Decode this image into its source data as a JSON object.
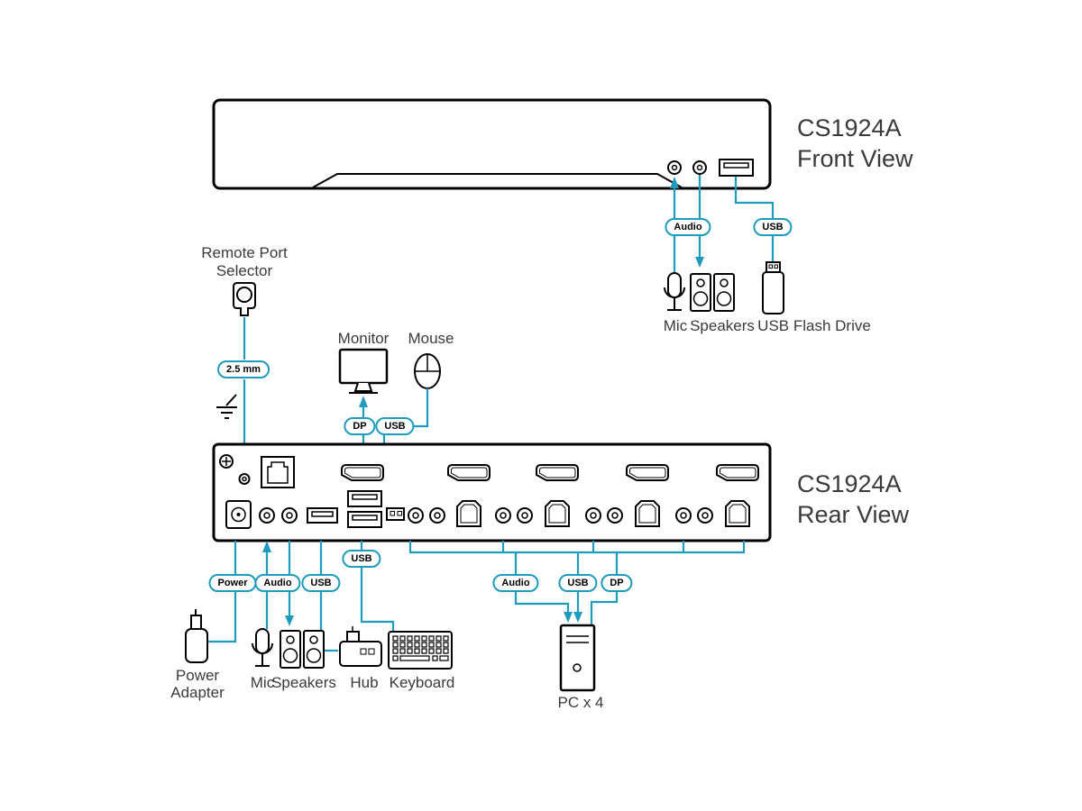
{
  "colors": {
    "accent": "#1f9bbd",
    "ink": "#000000",
    "text": "#3a3a3a"
  },
  "front_view": {
    "title_line1": "CS1924A",
    "title_line2": "Front View",
    "callout_audio": "Audio",
    "callout_usb": "USB",
    "label_mic": "Mic",
    "label_speakers": "Speakers",
    "label_flash_drive": "USB Flash Drive"
  },
  "remote_selector": {
    "label_line1": "Remote Port",
    "label_line2": "Selector",
    "callout_size": "2.5 mm"
  },
  "console_devices": {
    "label_monitor": "Monitor",
    "label_mouse": "Mouse",
    "callout_dp": "DP",
    "callout_usb": "USB"
  },
  "rear_view": {
    "title_line1": "CS1924A",
    "title_line2": "Rear View",
    "callout_power": "Power",
    "callout_audio": "Audio",
    "callout_usb_hub": "USB",
    "callout_usb_keyboard": "USB",
    "callout_pc_audio": "Audio",
    "callout_pc_usb": "USB",
    "callout_pc_dp": "DP",
    "label_power_adapter_line1": "Power",
    "label_power_adapter_line2": "Adapter",
    "label_mic": "Mic",
    "label_speakers": "Speakers",
    "label_hub": "Hub",
    "label_keyboard": "Keyboard",
    "label_pc": "PC x 4"
  },
  "icon_names": [
    "remote-port-selector-icon",
    "ground-icon",
    "monitor-icon",
    "mouse-icon",
    "mic-icon",
    "speakers-icon",
    "usb-flash-drive-icon",
    "power-adapter-icon",
    "usb-hub-icon",
    "keyboard-icon",
    "pc-tower-icon",
    "grounding-screw-port",
    "remote-jack-port",
    "rj45-port",
    "dp-port",
    "power-jack-port",
    "audio-jack-port",
    "usb-a-port",
    "usb-b-port"
  ]
}
